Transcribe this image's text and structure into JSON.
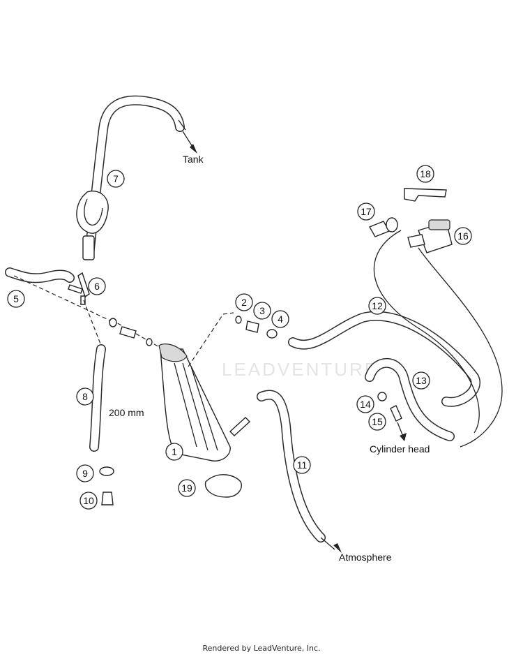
{
  "watermark": "LEADVENTURE",
  "footer": "Rendered by LeadVenture, Inc.",
  "labels": {
    "tank": "Tank",
    "length": "200 mm",
    "cylinder_head": "Cylinder head",
    "atmosphere": "Atmosphere"
  },
  "callouts": [
    "1",
    "2",
    "3",
    "4",
    "5",
    "6",
    "7",
    "8",
    "9",
    "10",
    "11",
    "12",
    "13",
    "14",
    "15",
    "16",
    "17",
    "18",
    "19"
  ]
}
